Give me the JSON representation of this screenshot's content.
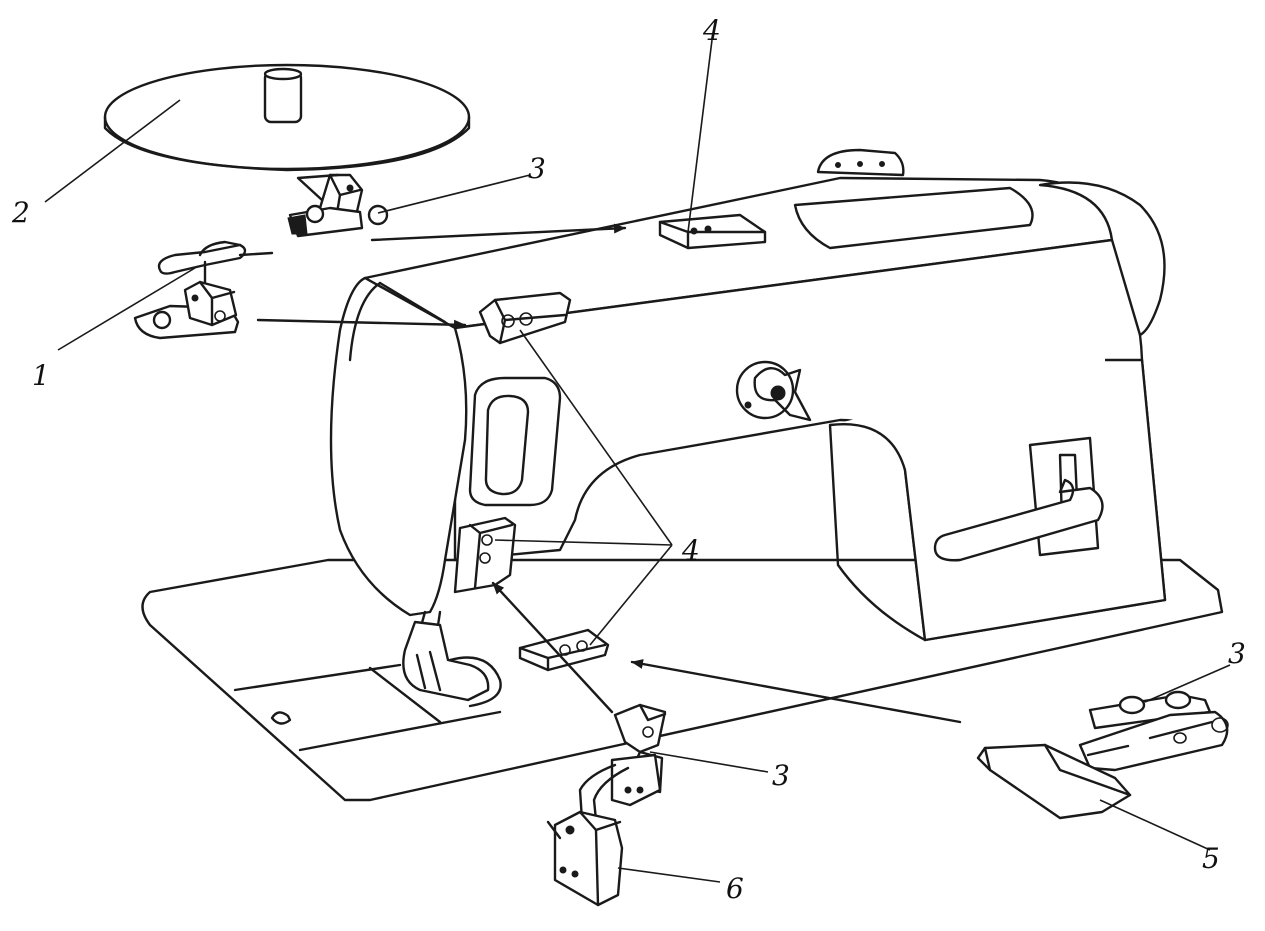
{
  "labels": {
    "l1": "1",
    "l2": "2",
    "l3_top": "3",
    "l4_top": "4",
    "l4_mid": "4",
    "l3_right": "3",
    "l3_bottom": "3",
    "l5": "5",
    "l6": "6"
  },
  "colors": {
    "ink": "#1a1a1a",
    "paper": "#ffffff"
  }
}
